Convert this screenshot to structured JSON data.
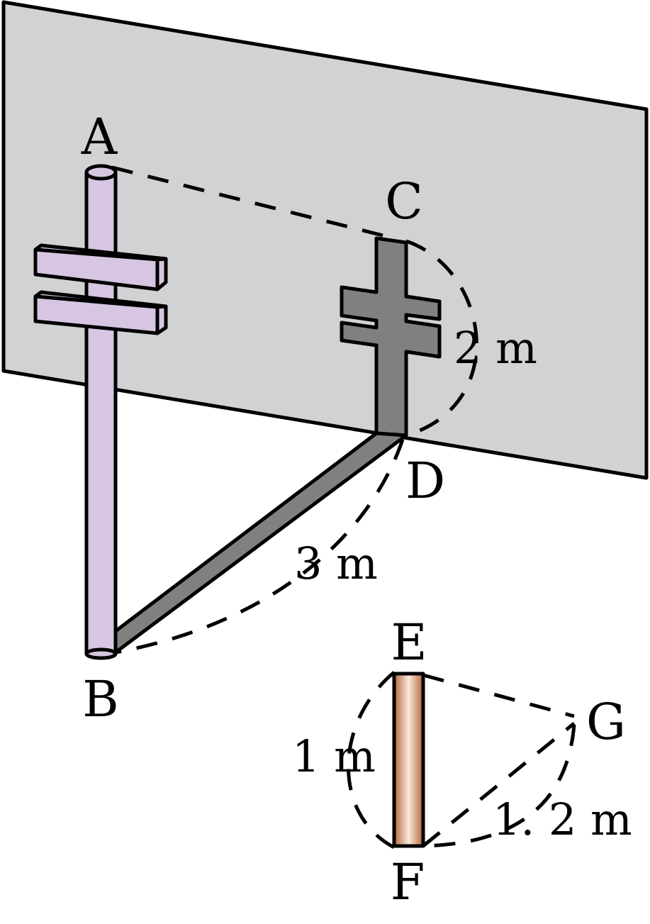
{
  "points": {
    "a": "A",
    "b": "B",
    "c": "C",
    "d": "D",
    "e": "E",
    "f": "F",
    "g": "G"
  },
  "dimensions": {
    "cd": "2 m",
    "bd": "3 m",
    "ef": "1 m",
    "fg": "1. 2 m"
  },
  "colors": {
    "wall": "#d1d2d3",
    "pole": "#d7c6e1",
    "shadow": "#808080",
    "stick_light": "#fbe9dc",
    "stick_dark": "#b4673a",
    "outline": "#000000"
  }
}
